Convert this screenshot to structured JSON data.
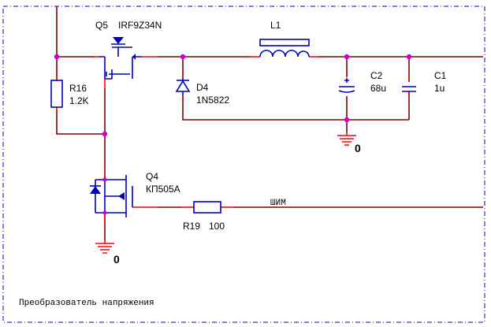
{
  "schematic": {
    "title": "Преобразователь напряжения",
    "components": [
      {
        "ref": "Q5",
        "value": "IRF9Z34N"
      },
      {
        "ref": "R16",
        "value": "1.2K"
      },
      {
        "ref": "D4",
        "value": "1N5822"
      },
      {
        "ref": "L1",
        "value": ""
      },
      {
        "ref": "C2",
        "value": "68u"
      },
      {
        "ref": "C1",
        "value": "1u"
      },
      {
        "ref": "Q4",
        "value": "КП505А"
      },
      {
        "ref": "R19",
        "value": "100"
      }
    ],
    "nets": [
      {
        "label": "ШИМ"
      },
      {
        "label": "0"
      },
      {
        "label": "0"
      }
    ]
  },
  "colors": {
    "wire": "#800000",
    "pin": "#ff0000",
    "component": "#0000c0",
    "junction": "#cc00cc",
    "border": "#0000c0"
  }
}
